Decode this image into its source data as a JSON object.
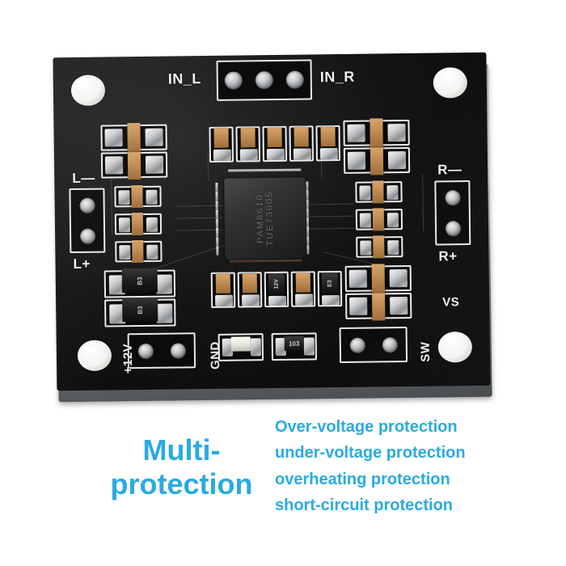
{
  "product": {
    "type": "pcb-photo",
    "board_name": "PAM8610 stereo amplifier board",
    "ic": {
      "line1": "PAM8610",
      "line2": "TUE73005"
    },
    "silkscreen": {
      "in_l": "IN_L",
      "in_r": "IN_R",
      "l_minus": "L—",
      "l_plus": "L+",
      "r_minus": "R—",
      "r_plus": "R+",
      "vs": "VS",
      "sw": "SW",
      "plus12v": "+12V",
      "gnd": "GND"
    },
    "components": {
      "diode_1": "B3",
      "diode_2": "B3",
      "smd_1": "12V",
      "smd_2": "E3",
      "smd_3": "103"
    }
  },
  "marketing": {
    "headline_line1": "Multi-",
    "headline_line2": "protection",
    "features": [
      "Over-voltage protection",
      "under-voltage protection",
      "overheating protection",
      "short-circuit protection"
    ]
  },
  "colors": {
    "accent": "#29abe2",
    "board": "#121212",
    "silkscreen": "#f2f2f2",
    "background": "#ffffff"
  }
}
